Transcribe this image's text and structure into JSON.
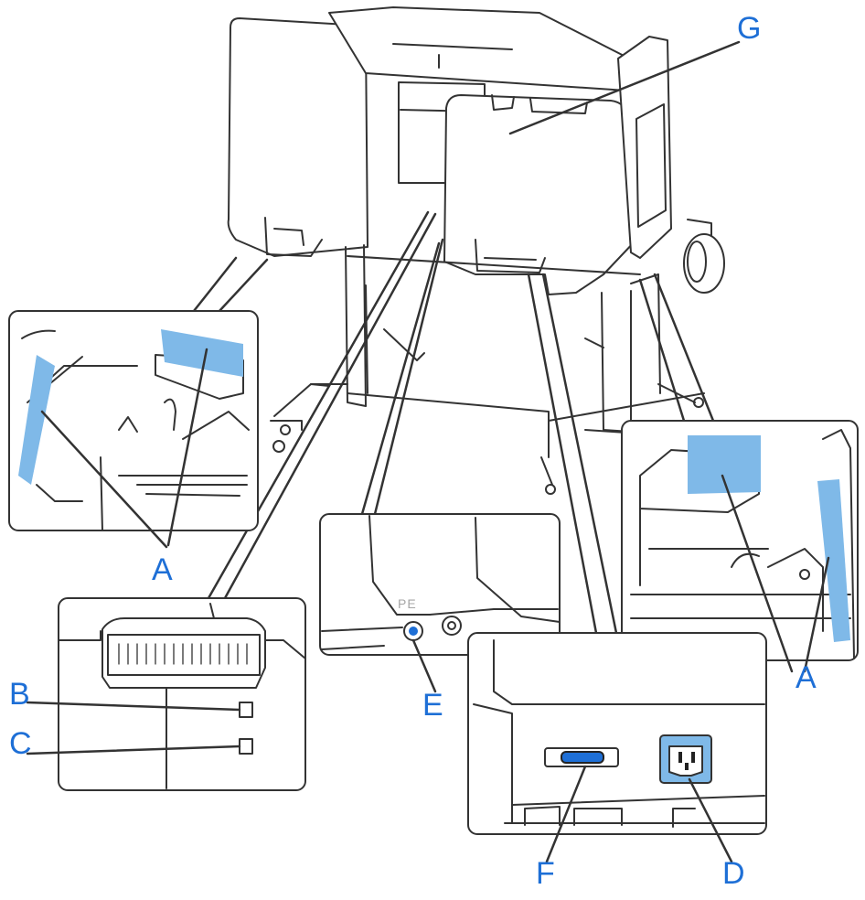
{
  "callouts": {
    "g": "G",
    "a_left": "A",
    "b": "B",
    "c": "C",
    "e": "E",
    "a_right": "A",
    "f": "F",
    "d": "D"
  },
  "inset_text": {
    "pe": "PE"
  },
  "colors": {
    "callout": "#1e6fd6",
    "highlight": "#7fb9e8",
    "line": "#333333"
  }
}
